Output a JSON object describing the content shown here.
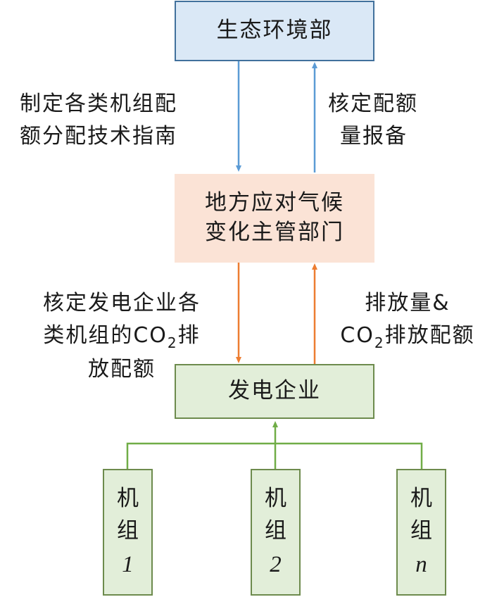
{
  "nodes": {
    "ministry": "生态环境部",
    "local_dept_line1": "地方应对气候",
    "local_dept_line2": "变化主管部门",
    "enterprise": "发电企业"
  },
  "edge_labels": {
    "guideline_line1": "制定各类机组配",
    "guideline_line2": "额分配技术指南",
    "report_line1": "核定配额",
    "report_line2": "量报备",
    "verify_line1": "核定发电企业各",
    "verify_line2_pre": "类机组的CO",
    "verify_line2_sub": "2",
    "verify_line2_post": "排",
    "verify_line3": "放配额",
    "emission_line1": "排放量&",
    "emission_line2_pre": "CO",
    "emission_line2_sub": "2",
    "emission_line2_post": "排放配额"
  },
  "units": [
    {
      "label_top": "机",
      "label_mid": "组",
      "index": "1"
    },
    {
      "label_top": "机",
      "label_mid": "组",
      "index": "2"
    },
    {
      "label_top": "机",
      "label_mid": "组",
      "index": "n"
    }
  ],
  "colors": {
    "ministry_fill": "#dae8f6",
    "ministry_border": "#41719c",
    "local_fill": "#fbe3d6",
    "enterprise_fill": "#e2eed9",
    "enterprise_border": "#6d8b4d",
    "blue_arrow": "#5b9bd5",
    "orange_arrow": "#ed7d31",
    "green_arrow": "#70ad47"
  }
}
